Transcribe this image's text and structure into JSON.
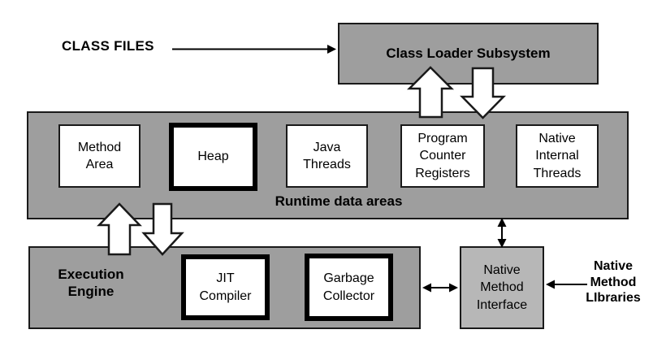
{
  "title": "JVM architecture diagram",
  "labels": {
    "class_files": "CLASS FILES",
    "class_loader": "Class Loader Subsystem",
    "runtime_caption": "Runtime data areas",
    "method_area": "Method\nArea",
    "heap": "Heap",
    "java_threads": "Java\nThreads",
    "pc_registers": "Program\nCounter\nRegisters",
    "native_internal_threads": "Native\nInternal\nThreads",
    "execution_engine": "Execution\nEngine",
    "jit_compiler": "JIT\nCompiler",
    "garbage_collector": "Garbage\nCollector",
    "native_method_interface": "Native\nMethod\nInterface",
    "native_method_libraries": "Native\nMethod\nLIbraries"
  },
  "colors": {
    "container_gray": "#9e9e9e",
    "nmi_gray": "#b7b7b7",
    "box_fill": "#ffffff",
    "line": "#000000"
  }
}
